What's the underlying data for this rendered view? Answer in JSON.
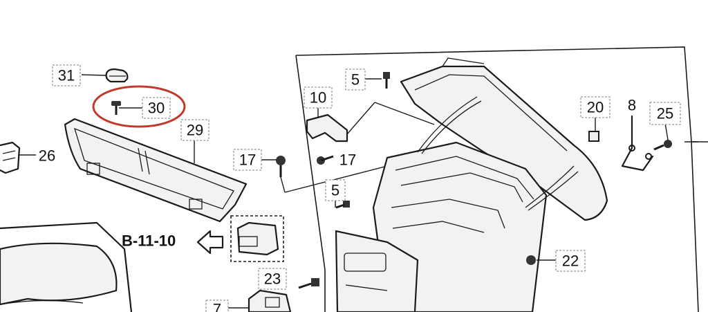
{
  "callouts": {
    "p31": "31",
    "p30": "30",
    "p29": "29",
    "p26": "26",
    "p17a": "17",
    "p17b": "17",
    "p10": "10",
    "p5a": "5",
    "p5b": "5",
    "p20": "20",
    "p8": "8",
    "p25": "25",
    "p22": "22",
    "p23": "23",
    "p7": "7"
  },
  "reference": {
    "label": "B-11-10"
  },
  "colors": {
    "highlight_circle": "#c0392b",
    "line": "#1a1a1a",
    "callout_border": "#999999"
  }
}
